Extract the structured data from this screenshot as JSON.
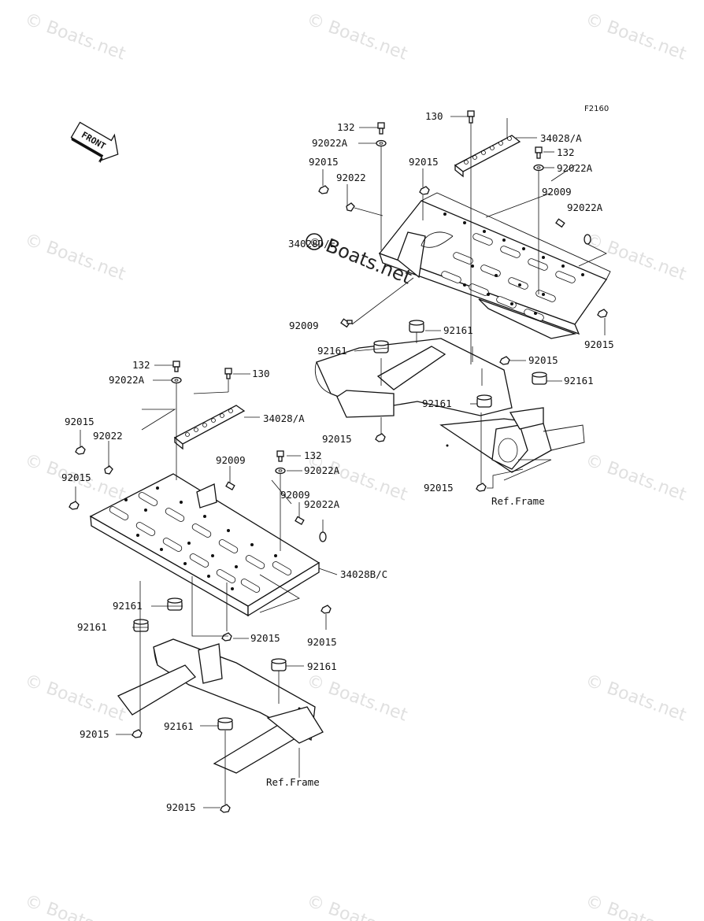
{
  "figure_code": "F2160",
  "front_label": "FRONT",
  "watermark": "© Boats.net",
  "watermark_center": "Boats.net",
  "labels": {
    "l01": "132",
    "l02": "92022A",
    "l03": "92015",
    "l04": "92022",
    "l05": "130",
    "l06": "34028/A",
    "l07": "132",
    "l08": "92022A",
    "l09": "92015",
    "l10": "92009",
    "l11": "92022A",
    "l12": "34028D/E",
    "l13": "92009",
    "l14": "92161",
    "l15": "92161",
    "l16": "92015",
    "l17": "92015",
    "l18": "92161",
    "l19": "92161",
    "l20": "92015",
    "l21": "92015",
    "l22": "Ref.Frame",
    "l23": "132",
    "l24": "130",
    "l25": "92022A",
    "l26": "34028/A",
    "l27": "92015",
    "l28": "92022",
    "l29": "92015",
    "l30": "92009",
    "l31": "132",
    "l32": "92022A",
    "l33": "92009",
    "l34": "92022A",
    "l35": "34028B/C",
    "l36": "92161",
    "l37": "92161",
    "l38": "92015",
    "l39": "92015",
    "l40": "92161",
    "l41": "92015",
    "l42": "92161",
    "l43": "Ref.Frame",
    "l44": "92015"
  }
}
